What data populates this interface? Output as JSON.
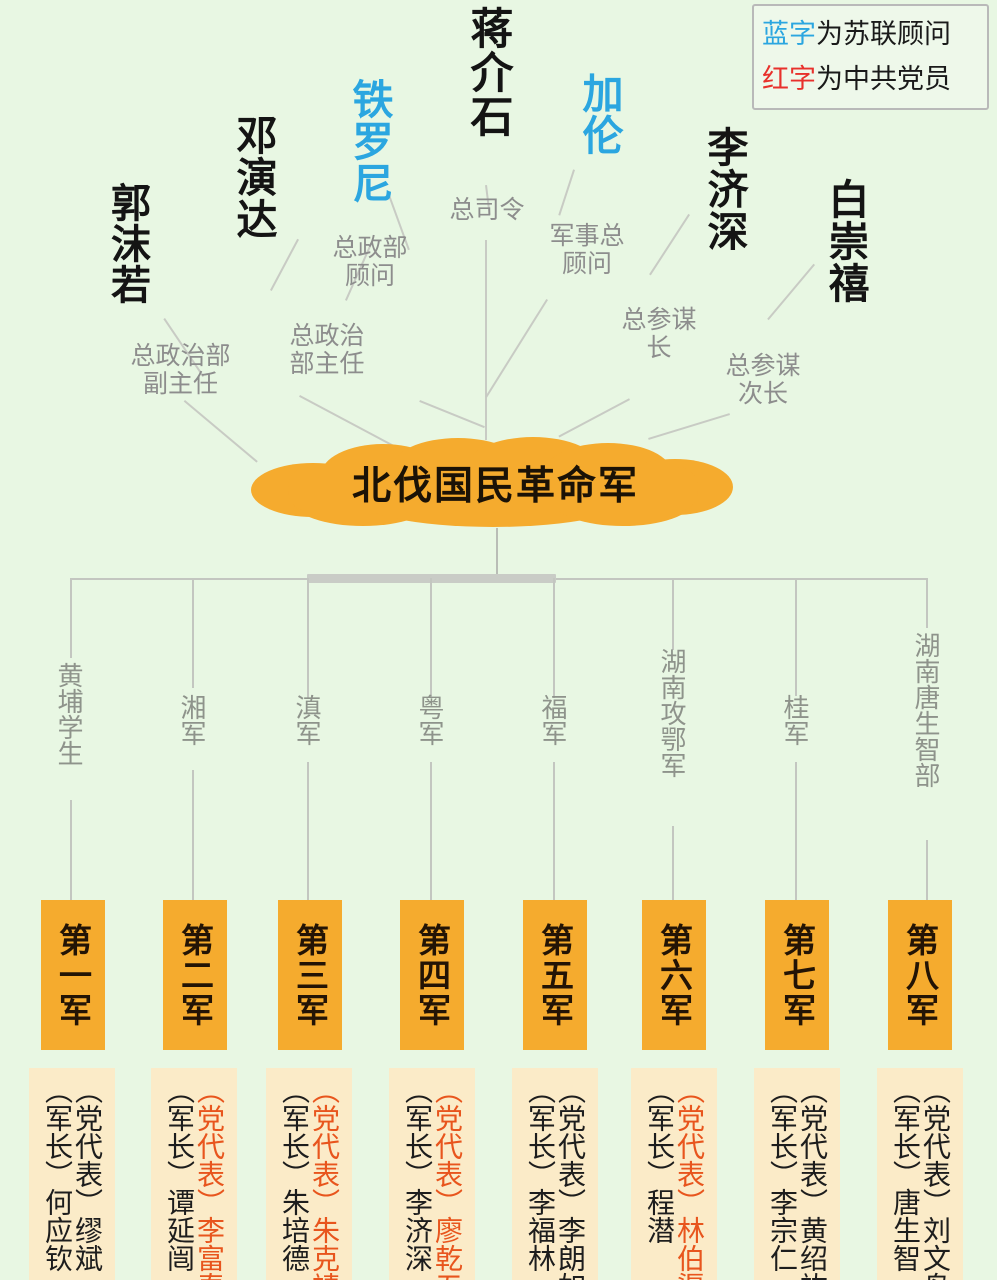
{
  "legend": {
    "rows": [
      {
        "mark": "蓝字",
        "mark_color": "#2ba6e0",
        "rest": "为苏联顾问"
      },
      {
        "mark": "红字",
        "mark_color": "#e8312c",
        "rest": "为中共党员"
      }
    ]
  },
  "center": {
    "label": "北伐国民革命军",
    "shape": "cloud",
    "fill": "#f5ab2e"
  },
  "leaders": [
    {
      "name": "郭沫若",
      "role": "总政治部\n副主任",
      "color": "black"
    },
    {
      "name": "邓演达",
      "role": "总政治\n部主任",
      "color": "black"
    },
    {
      "name": "铁罗尼",
      "role": "总政部\n顾问",
      "color": "blue"
    },
    {
      "name": "蒋介石",
      "role": "总司令",
      "color": "black"
    },
    {
      "name": "加伦",
      "role": "军事总\n顾问",
      "color": "blue"
    },
    {
      "name": "李济深",
      "role": "总参谋\n长",
      "color": "black"
    },
    {
      "name": "白崇禧",
      "role": "总参谋\n次长",
      "color": "black"
    }
  ],
  "branches": [
    "黄埔学生",
    "湘军",
    "滇军",
    "粤军",
    "福军",
    "湖南攻鄂军",
    "桂军",
    "湖南唐生智部"
  ],
  "armies": [
    {
      "box": "第一军",
      "commander_title": "（军长）",
      "commander": "何应钦",
      "commissar_title": "（党代表）",
      "commissar": "缪斌",
      "commissar_is_ccp": false
    },
    {
      "box": "第二军",
      "commander_title": "（军长）",
      "commander": "谭延闿",
      "commissar_title": "（党代表）",
      "commissar": "李富春",
      "commissar_is_ccp": true
    },
    {
      "box": "第三军",
      "commander_title": "（军长）",
      "commander": "朱培德",
      "commissar_title": "（党代表）",
      "commissar": "朱克靖",
      "commissar_is_ccp": true
    },
    {
      "box": "第四军",
      "commander_title": "（军长）",
      "commander": "李济深",
      "commissar_title": "（党代表）",
      "commissar": "廖乾五",
      "commissar_is_ccp": true
    },
    {
      "box": "第五军",
      "commander_title": "（军长）",
      "commander": "李福林",
      "commissar_title": "（党代表）",
      "commissar": "李朗如",
      "commissar_is_ccp": false
    },
    {
      "box": "第六军",
      "commander_title": "（军长）",
      "commander": "程潜",
      "commissar_title": "（党代表）",
      "commissar": "林伯渠",
      "commissar_is_ccp": true
    },
    {
      "box": "第七军",
      "commander_title": "（军长）",
      "commander": "李宗仁",
      "commissar_title": "（党代表）",
      "commissar": "黄绍竑",
      "commissar_is_ccp": false
    },
    {
      "box": "第八军",
      "commander_title": "（军长）",
      "commander": "唐生智",
      "commissar_title": "（党代表）",
      "commissar": "刘文岛",
      "commissar_is_ccp": false
    }
  ],
  "colors": {
    "background": "#e8f7e3",
    "accent_orange": "#f5ab2e",
    "panel_beige": "#fbebc8",
    "soviet_blue": "#2ba6e0",
    "ccp_red": "#e8551d",
    "connector_gray": "#c3c6c0"
  }
}
